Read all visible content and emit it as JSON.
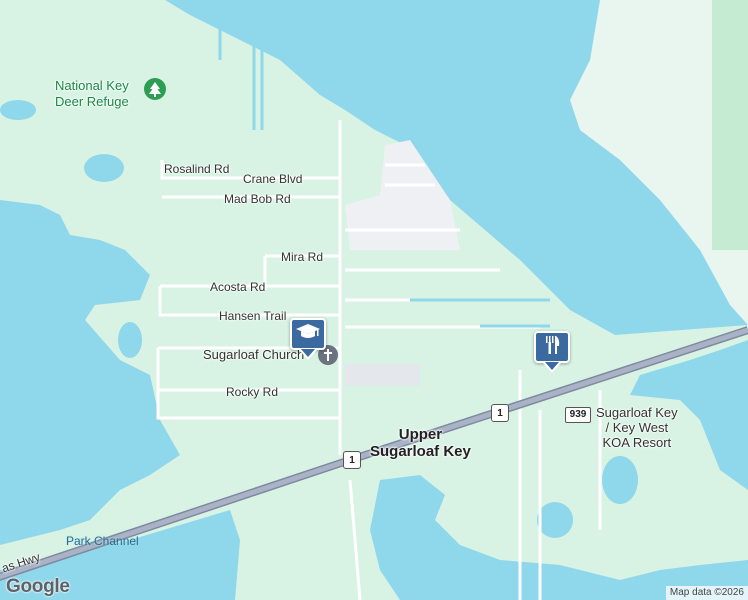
{
  "map": {
    "colors": {
      "land": "#d8f3e4",
      "water": "#8fd7ea",
      "road": "#ffffff",
      "highway": "#9aa5b8",
      "park": "#c5ecd2",
      "developed": "#eef0f3",
      "pin": "#3b6aa0"
    },
    "places": {
      "refuge": "National Key\nDeer Refuge",
      "church": "Sugarloaf Church",
      "town": "Upper\nSugarloaf Key",
      "koa": "Sugarloaf Key\n/ Key West\nKOA Resort",
      "channel": "Park Channel",
      "highway": "as Hwy"
    },
    "roads": {
      "rosalind": "Rosalind Rd",
      "crane": "Crane Blvd",
      "mad_bob": "Mad Bob Rd",
      "mira": "Mira Rd",
      "acosta": "Acosta Rd",
      "hansen": "Hansen Trail",
      "rocky": "Rocky Rd"
    },
    "shields": {
      "us1_a": "1",
      "us1_b": "1",
      "cr939": "939"
    },
    "icons": {
      "park": "tree-icon",
      "school": "graduation-cap-icon",
      "restaurant": "fork-knife-icon",
      "church": "cross-icon"
    },
    "logo": "Google",
    "attribution": "Map data ©2026"
  }
}
